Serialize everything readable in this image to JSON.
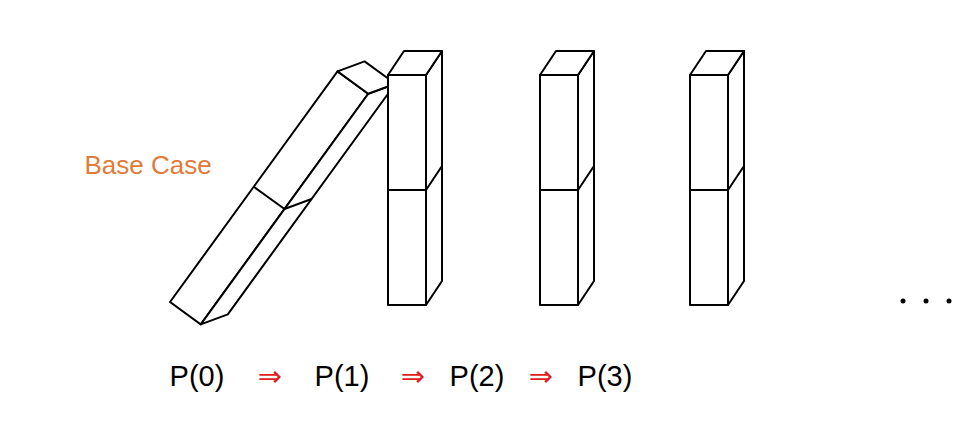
{
  "diagram": {
    "labels": [
      "Base Case",
      "P(0)",
      "⇒",
      "P(1)",
      "⇒",
      "P(2)",
      "⇒",
      "P(3)"
    ]
  }
}
